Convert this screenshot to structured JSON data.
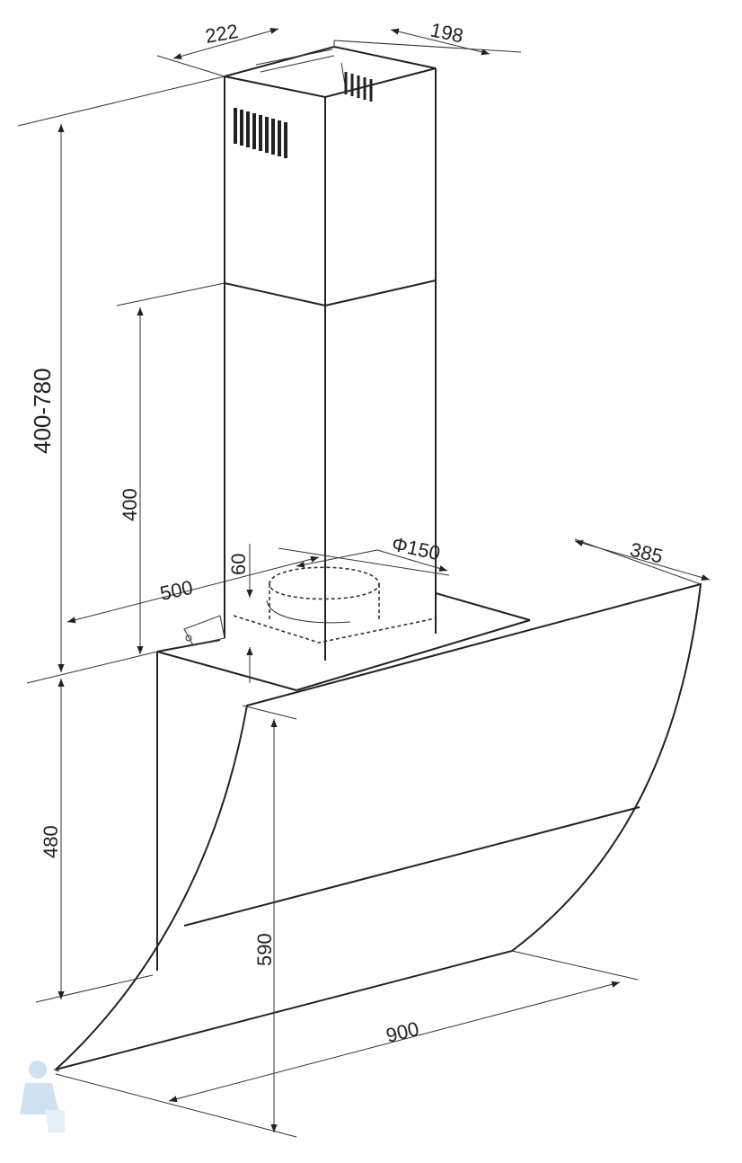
{
  "title": "Range hood dimension drawing",
  "dimensions": {
    "chimney_width": "222",
    "chimney_depth": "198",
    "total_chimney_height": "400-780",
    "lower_chimney_height": "400",
    "outlet_offset": "60",
    "outlet_diameter": "Φ150",
    "body_width": "500",
    "hood_depth": "385",
    "body_height": "480",
    "glass_height": "590",
    "hood_width": "900"
  },
  "colors": {
    "line": "#222222",
    "background": "#ffffff",
    "logo": "#9fc4e6"
  }
}
